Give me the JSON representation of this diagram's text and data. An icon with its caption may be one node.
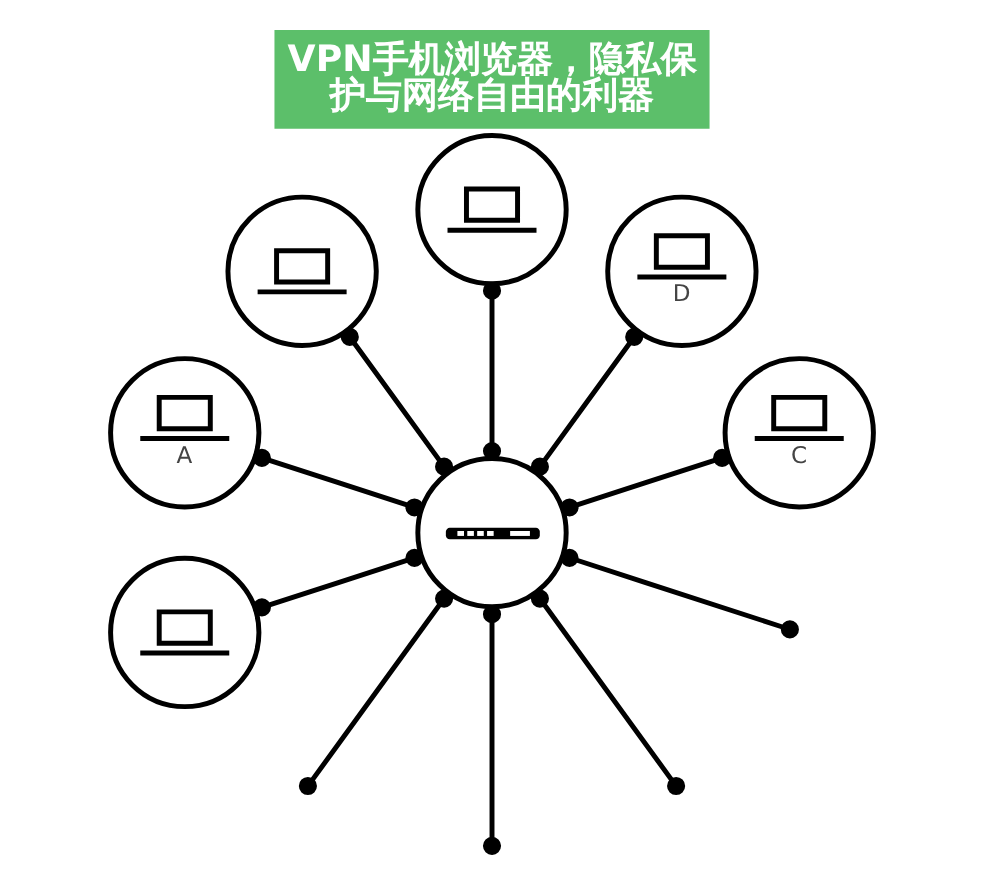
{
  "diagram": {
    "title": "VPN手机浏览器，隐私保护与网络自由的利器",
    "nodes": [
      {
        "text": [
          "C"
        ]
      },
      {
        "text": [
          "D"
        ]
      },
      {
        "text": [],
        "shape": "circle"
      },
      {
        "text": [],
        "shape": "circle"
      },
      {
        "text": [
          "A"
        ]
      },
      {
        "text": [],
        "shape": "circle"
      },
      {
        "text": [],
        "shape": "circle"
      }
    ],
    "edges": [
      {
        "from": 5,
        "to": 2,
        "arrow": "other"
      },
      {
        "from": 5,
        "to": 0,
        "arrow": "other"
      },
      {
        "from": 5,
        "to": 1,
        "arrow": "other"
      },
      {
        "from": 5,
        "to": 3,
        "arrow": "other"
      },
      {
        "from": 5,
        "to": null,
        "arrow": "other"
      },
      {
        "from": 5,
        "to": null,
        "arrow": "other"
      },
      {
        "from": 5,
        "to": null,
        "arrow": "other"
      },
      {
        "from": 5,
        "to": null,
        "arrow": "other"
      },
      {
        "from": 5,
        "to": 6,
        "arrow": "other"
      },
      {
        "from": 5,
        "to": 4,
        "arrow": "other"
      }
    ]
  }
}
